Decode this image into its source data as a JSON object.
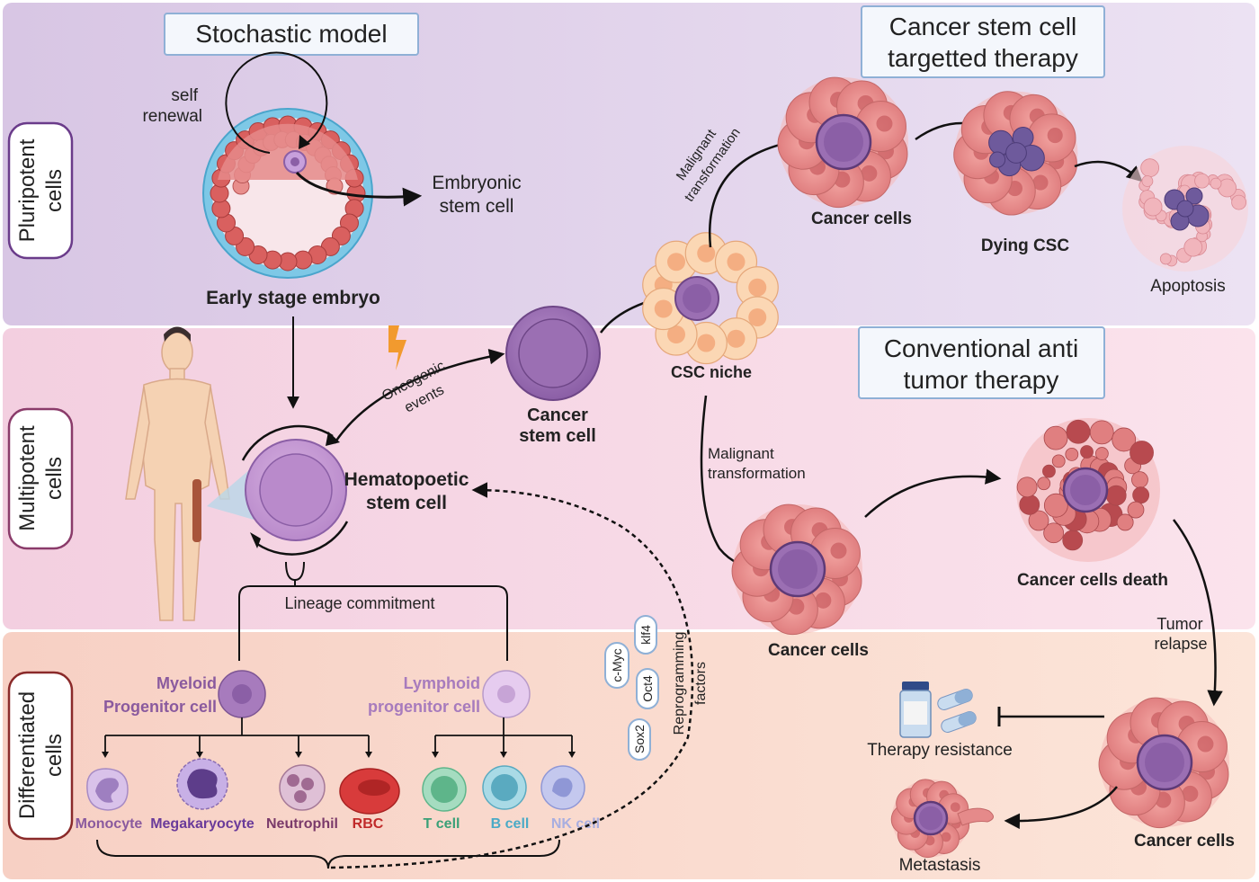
{
  "bands": {
    "pluripotent": "Pluripotent cells",
    "multipotent": "Multipotent cells",
    "differentiated": "Differentiated cells"
  },
  "titles": {
    "stochastic_model": "Stochastic model",
    "csc_therapy": [
      "Cancer stem cell",
      "targetted therapy"
    ],
    "conventional_therapy": [
      "Conventional anti",
      "tumor therapy"
    ]
  },
  "labels": {
    "self_renewal": [
      "self",
      "renewal"
    ],
    "embryonic_stem_cell": [
      "Embryonic",
      "stem cell"
    ],
    "early_stage_embryo": "Early stage embryo",
    "oncogenic_events": [
      "Oncogenic",
      "events"
    ],
    "cancer_stem_cell": [
      "Cancer",
      "stem cell"
    ],
    "csc_niche": "CSC niche",
    "malignant_transformation_top": [
      "Malignant",
      "transformation"
    ],
    "malignant_transformation_mid": [
      "Malignant",
      "transformation"
    ],
    "cancer_cells_top": "Cancer cells",
    "dying_csc": "Dying CSC",
    "apoptosis": "Apoptosis",
    "hematopoetic_stem_cell": [
      "Hematopoetic",
      "stem cell"
    ],
    "lineage_commitment": "Lineage commitment",
    "cancer_cells_mid": "Cancer cells",
    "cancer_cells_death": "Cancer cells death",
    "tumor_relapse": [
      "Tumor",
      "relapse"
    ],
    "therapy_resistance": "Therapy resistance",
    "cancer_cells_bottom": "Cancer cells",
    "metastasis": "Metastasis",
    "myeloid_progenitor": [
      "Myeloid",
      "Progenitor cell"
    ],
    "lymphoid_progenitor": [
      "Lymphoid",
      "progenitor cell"
    ],
    "reprogramming_factors": [
      "Reprogramming",
      "factors"
    ]
  },
  "factors": [
    "c-Myc",
    "klf4",
    "Oct4",
    "Sox2"
  ],
  "cells": {
    "monocyte": "Monocyte",
    "megakaryocyte": "Megakaryocyte",
    "neutrophil": "Neutrophil",
    "rbc": "RBC",
    "t_cell": "T cell",
    "b_cell": "B cell",
    "nk_cell": "NK cell"
  },
  "colors": {
    "pluripotent_band": "#dccbe8",
    "multipotent_band": "#f6d3e0",
    "differentiated_band": "#fbdccd",
    "title_box_border": "#8fb0d6",
    "cancer_cell": "#e58a8a",
    "stem_cell": "#9b6fb3",
    "myeloid_text": "#8a5a9e",
    "lymphoid_text": "#a77bbd"
  },
  "icons": [
    "lightning-icon",
    "human-body-icon",
    "pill-bottle-icon",
    "capsule-icon"
  ]
}
